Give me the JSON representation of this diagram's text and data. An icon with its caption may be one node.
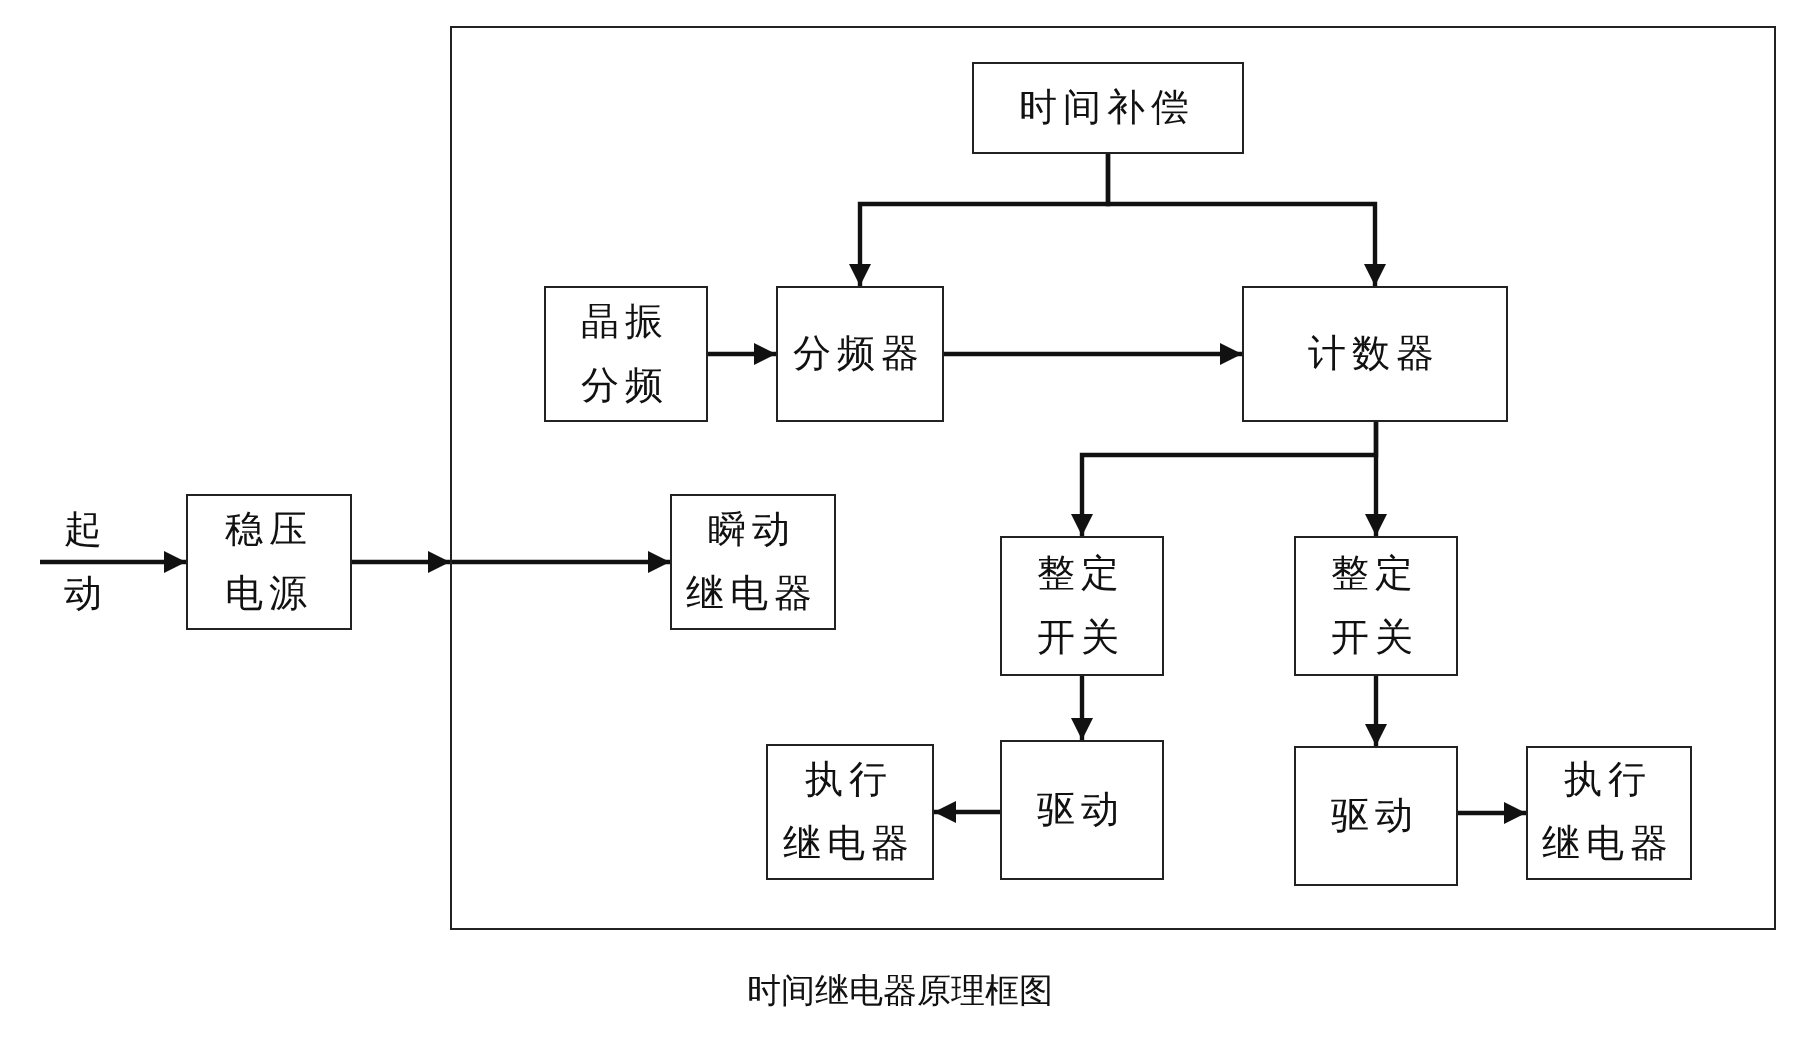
{
  "diagram": {
    "caption": "时间继电器原理框图",
    "nodes": [
      {
        "text": [],
        "shape": "box"
      },
      {
        "text": [
          "时间补偿"
        ],
        "in": 0
      },
      {
        "text": [
          "晶振分频"
        ],
        "in": 0
      },
      {
        "text": [
          "分频器"
        ],
        "in": 0
      },
      {
        "text": [
          "计数器"
        ],
        "in": 0
      },
      {
        "text": [
          "稳压电源"
        ]
      },
      {
        "text": [
          "瞬动继电器"
        ],
        "in": 0
      },
      {
        "text": [
          "整定开关"
        ],
        "in": 0
      },
      {
        "text": [
          "整定开关"
        ],
        "in": 0
      },
      {
        "text": [
          "执行继电器"
        ],
        "in": 0
      },
      {
        "text": [
          "驱动"
        ],
        "in": 0
      },
      {
        "text": [
          "驱动"
        ],
        "in": 0
      },
      {
        "text": [
          "执行继电器"
        ],
        "in": 0
      }
    ],
    "edges": [
      {
        "from": null,
        "to": 5,
        "arrow": "to",
        "label": "起动"
      },
      {
        "from": 5,
        "to": 6,
        "arrow": "to"
      },
      {
        "from": 1,
        "to": 3,
        "arrow": "to"
      },
      {
        "from": 1,
        "to": 4,
        "arrow": "to"
      },
      {
        "from": 2,
        "to": 3,
        "arrow": "to"
      },
      {
        "from": 3,
        "to": 4,
        "arrow": "to"
      },
      {
        "from": 4,
        "to": 7,
        "arrow": "to"
      },
      {
        "from": 4,
        "to": 8,
        "arrow": "to"
      },
      {
        "from": 7,
        "to": 10,
        "arrow": "to"
      },
      {
        "from": 10,
        "to": 9,
        "arrow": "to"
      },
      {
        "from": 8,
        "to": 11,
        "arrow": "to"
      },
      {
        "from": 11,
        "to": 12,
        "arrow": "to"
      }
    ]
  }
}
